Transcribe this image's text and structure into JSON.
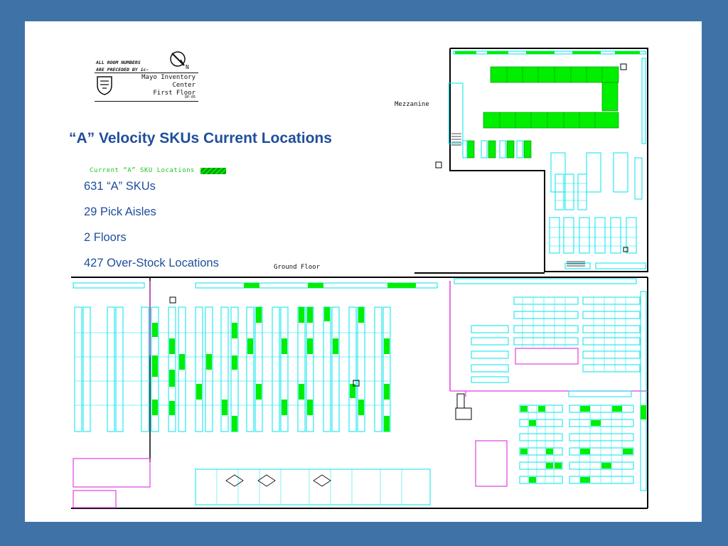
{
  "slide": {
    "title": "“A” Velocity SKUs Current Locations",
    "legend_label": "Current “A” SKU Locations",
    "stats": [
      "631 “A” SKUs",
      "29 Pick Aisles",
      "2 Floors",
      "427 Over-Stock Locations"
    ]
  },
  "title_block": {
    "note_line1": "ALL ROOM NUMBERS",
    "note_line2": "ARE PRECEDED BY ic-",
    "north_label": "N",
    "name_line1": "Mayo Inventory",
    "name_line2": "Center",
    "name_line3": "First Floor",
    "code": "DP-05"
  },
  "floor_plan": {
    "mezzanine_label": "Mezzanine",
    "ground_floor_label": "Ground Floor"
  },
  "colors": {
    "background": "#3f73a8",
    "title_text": "#1f4e9c",
    "rack_outline": "#00e5ee",
    "a_sku_fill": "#00ee00",
    "wall_magenta": "#e040e0",
    "wall_black": "#000000"
  }
}
